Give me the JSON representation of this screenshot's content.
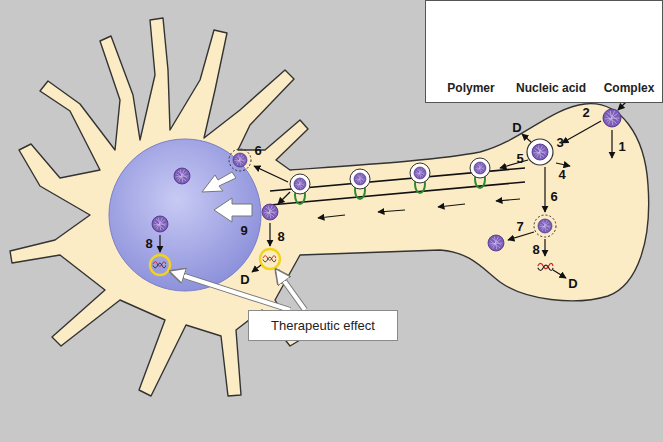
{
  "diagram": {
    "nodes": [
      {
        "text": [
          "Polymer",
          "Nucleic acid",
          "Complex"
        ]
      },
      {
        "text": [
          "Therapeutic effect"
        ]
      }
    ],
    "labels": [
      "2",
      "1",
      "D",
      "3",
      "4",
      "5",
      "6",
      "7",
      "8",
      "D",
      "6",
      "8",
      "9",
      "8",
      "D"
    ]
  }
}
